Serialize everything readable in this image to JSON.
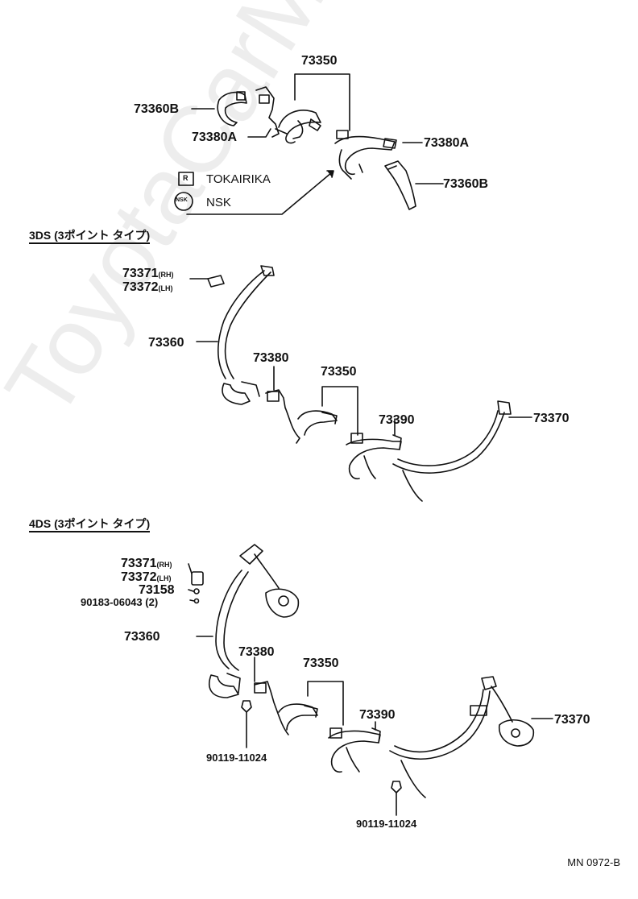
{
  "watermark": "ToyotaCarMine.ru",
  "drawing_code": "MN 0972-B",
  "brands": {
    "tokairika": "TOKAIRIKA",
    "nsk": "NSK",
    "tokairika_mark": "R",
    "nsk_mark": "NSK"
  },
  "sections": {
    "s3ds": "3DS (3ポイント タイプ)",
    "s4ds": "4DS (3ポイント タイプ)"
  },
  "labels": {
    "top_73350": "73350",
    "top_73360B_left": "73360B",
    "top_73380A_left": "73380A",
    "top_73380A_right": "73380A",
    "top_73360B_right": "73360B",
    "mid_73371": "73371",
    "mid_73371_side": "(RH)",
    "mid_73372": "73372",
    "mid_73372_side": "(LH)",
    "mid_73360": "73360",
    "mid_73380": "73380",
    "mid_73350": "73350",
    "mid_73390": "73390",
    "mid_73370": "73370",
    "bot_73371": "73371",
    "bot_73371_side": "(RH)",
    "bot_73372": "73372",
    "bot_73372_side": "(LH)",
    "bot_73158": "73158",
    "bot_90183": "90183-06043",
    "bot_90183_qty": "(2)",
    "bot_73360": "73360",
    "bot_73380": "73380",
    "bot_73350": "73350",
    "bot_73390": "73390",
    "bot_73370": "73370",
    "bot_90119_left": "90119-11024",
    "bot_90119_right": "90119-11024"
  }
}
